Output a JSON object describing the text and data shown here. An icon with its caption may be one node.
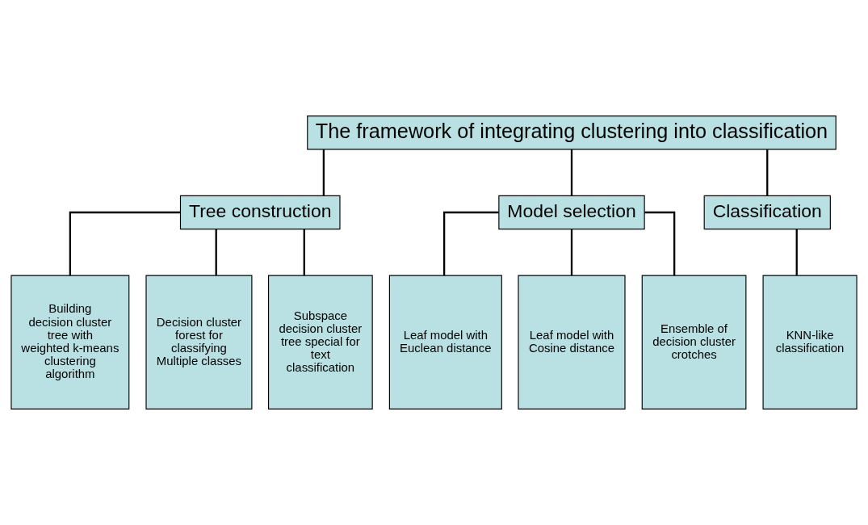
{
  "diagram": {
    "nodes": [
      {
        "text": [
          "The framework of integrating clustering into classification"
        ]
      },
      {
        "text": [
          "Tree construction"
        ]
      },
      {
        "text": [
          "Model selection"
        ]
      },
      {
        "text": [
          "Classification"
        ]
      },
      {
        "text": [
          "Building decision cluster tree with weighted k-means clustering algorithm"
        ]
      },
      {
        "text": [
          "Decision cluster forest for classifying Multiple classes"
        ]
      },
      {
        "text": [
          "Subspace decision cluster tree special for text classification"
        ]
      },
      {
        "text": [
          "Leaf model with Euclean distance"
        ]
      },
      {
        "text": [
          "Leaf model with Cosine distance"
        ]
      },
      {
        "text": [
          "Ensemble of decision cluster crotches"
        ]
      },
      {
        "text": [
          "KNN-like classification"
        ]
      }
    ],
    "edges": [
      {
        "from": 0,
        "to": 1,
        "arrow": "none"
      },
      {
        "from": 0,
        "to": 2,
        "arrow": "none"
      },
      {
        "from": 0,
        "to": 3,
        "arrow": "none"
      },
      {
        "from": 1,
        "to": 4,
        "arrow": "none"
      },
      {
        "from": 1,
        "to": 5,
        "arrow": "none"
      },
      {
        "from": 1,
        "to": 6,
        "arrow": "none"
      },
      {
        "from": 2,
        "to": 7,
        "arrow": "none"
      },
      {
        "from": 2,
        "to": 8,
        "arrow": "none"
      },
      {
        "from": 2,
        "to": 9,
        "arrow": "none"
      },
      {
        "from": 3,
        "to": 10,
        "arrow": "none"
      }
    ]
  }
}
